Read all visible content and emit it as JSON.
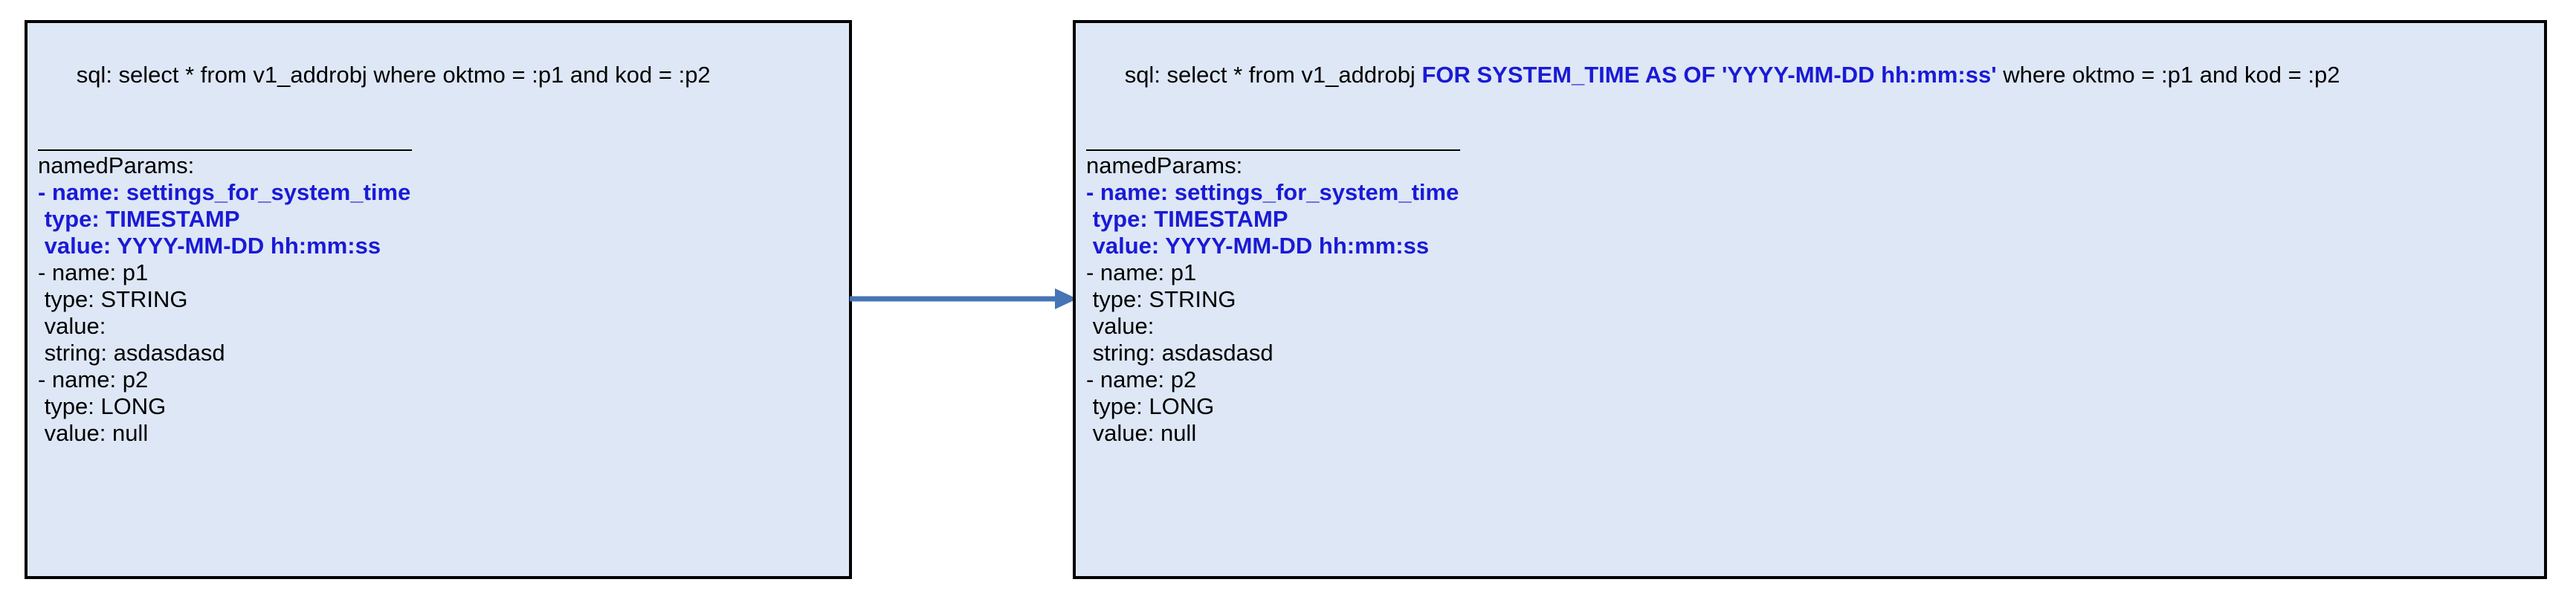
{
  "diagram": {
    "type": "before-after-comparison",
    "colors": {
      "box_fill": "#dee7f5",
      "box_border": "#000000",
      "highlight_text": "#1a1ad6",
      "body_text": "#000000",
      "arrow": "#4674b5",
      "canvas": "#ffffff"
    }
  },
  "before_box": {
    "sql": {
      "prefix": "sql: select * from v1_addrobj where oktmo = :p1 and kod = :p2",
      "highlight": "",
      "suffix": ""
    },
    "divider": "______________________________",
    "section_label": "namedParams:",
    "params": [
      {
        "lines": [
          "- name: settings_for_system_time",
          " type: TIMESTAMP",
          " value: YYYY-MM-DD hh:mm:ss"
        ],
        "highlighted": true
      },
      {
        "lines": [
          "- name: p1",
          " type: STRING",
          " value:",
          " string: asdasdasd"
        ],
        "highlighted": false
      },
      {
        "lines": [
          "- name: p2",
          " type: LONG",
          " value: null"
        ],
        "highlighted": false
      }
    ]
  },
  "after_box": {
    "sql": {
      "prefix": "sql: select * from v1_addrobj ",
      "highlight": "FOR SYSTEM_TIME AS OF 'YYYY-MM-DD hh:mm:ss'",
      "suffix": " where oktmo = :p1 and kod = :p2"
    },
    "divider": "______________________________",
    "section_label": "namedParams:",
    "params": [
      {
        "lines": [
          "- name: settings_for_system_time",
          " type: TIMESTAMP",
          " value: YYYY-MM-DD hh:mm:ss"
        ],
        "highlighted": true
      },
      {
        "lines": [
          "- name: p1",
          " type: STRING",
          " value:",
          " string: asdasdasd"
        ],
        "highlighted": false
      },
      {
        "lines": [
          "- name: p2",
          " type: LONG",
          " value: null"
        ],
        "highlighted": false
      }
    ]
  },
  "connector": {
    "label": "",
    "direction": "left-to-right"
  }
}
